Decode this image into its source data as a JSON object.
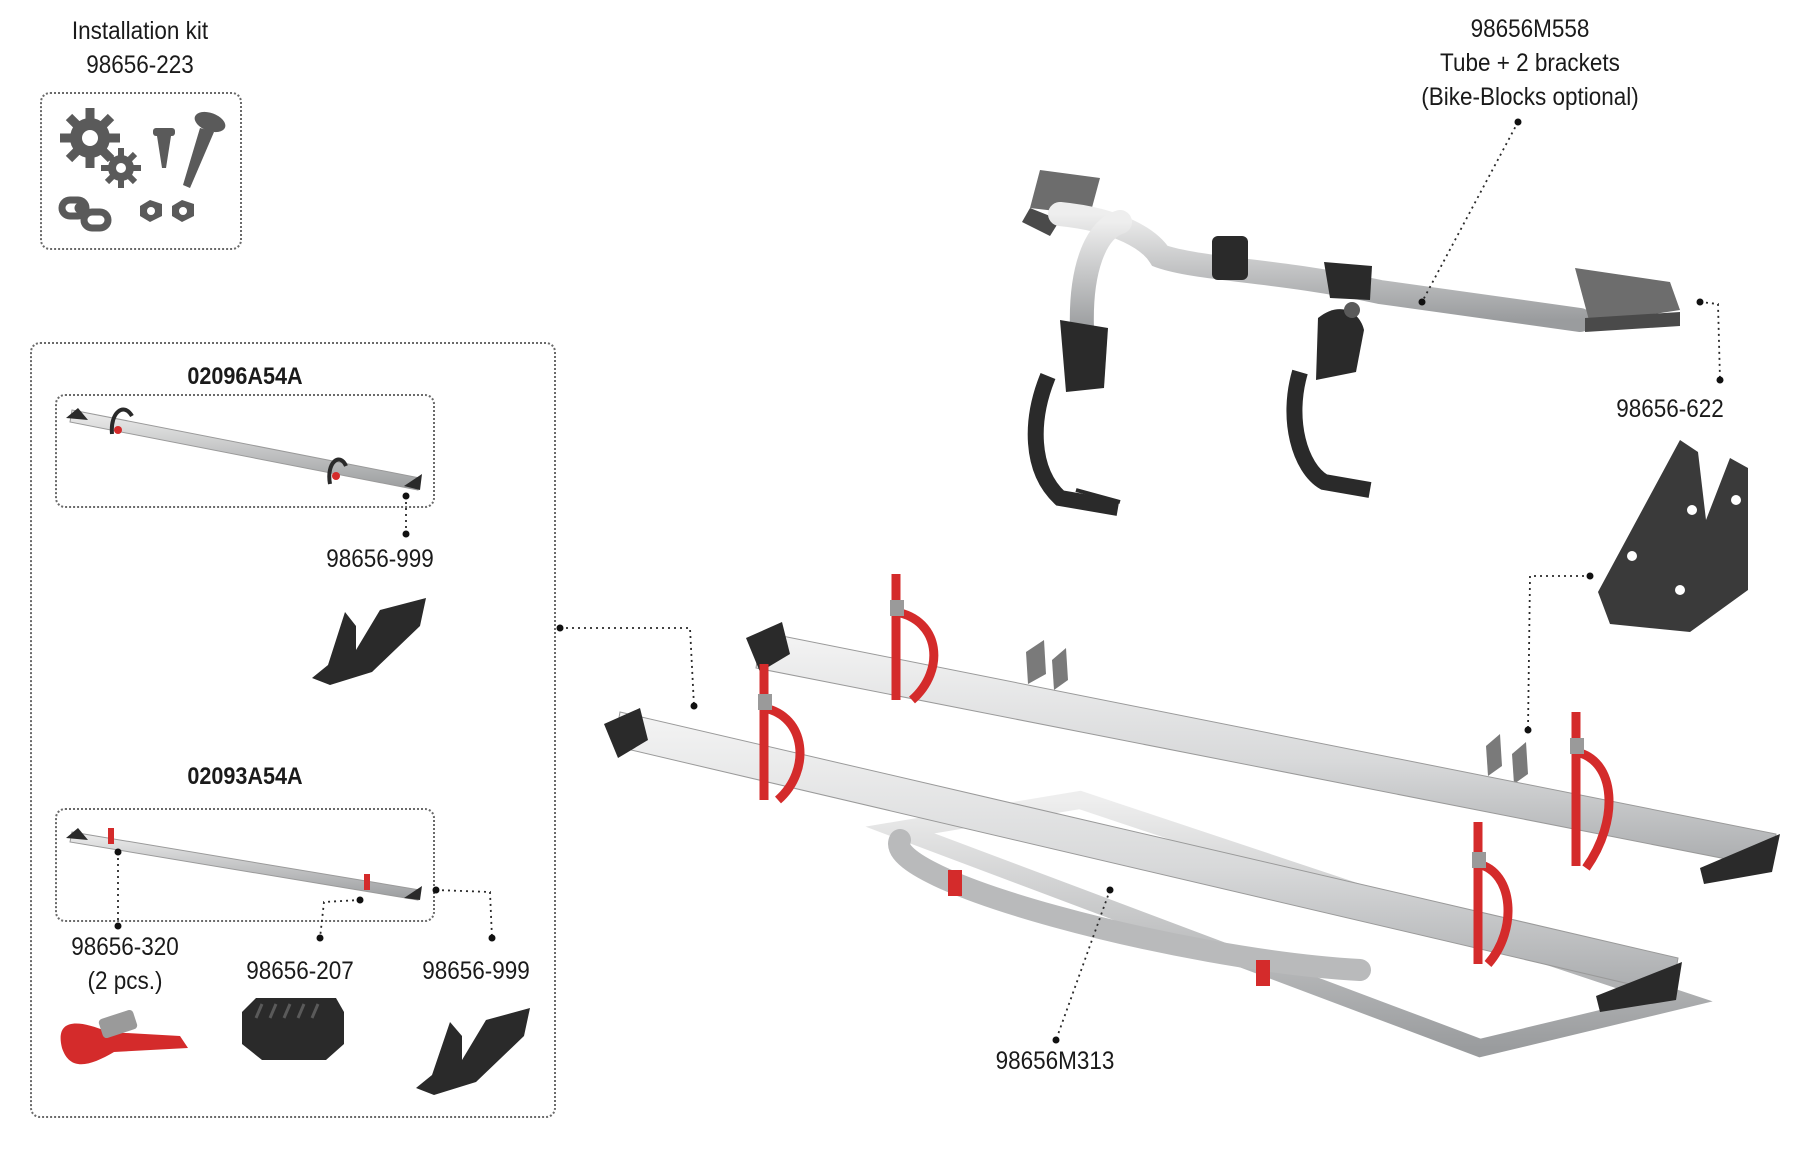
{
  "installation_kit": {
    "title": "Installation kit",
    "code": "98656-223"
  },
  "tube_assembly": {
    "code": "98656M558",
    "line1": "Tube + 2 brackets",
    "line2": "(Bike-Blocks optional)"
  },
  "bracket": {
    "code": "98656-622"
  },
  "rail_a": {
    "code": "02096A54A",
    "end_cap_code": "98656-999"
  },
  "rail_b": {
    "code": "02093A54A",
    "strap_code": "98656-320",
    "strap_qty": "(2 pcs.)",
    "wheel_block_code": "98656-207",
    "end_cap_code": "98656-999"
  },
  "frame": {
    "code": "98656M313"
  },
  "colors": {
    "accent": "#d42b2b",
    "aluminium": "#d9dadb",
    "dark": "#2a2a2a",
    "outline": "#6a6a6a"
  }
}
